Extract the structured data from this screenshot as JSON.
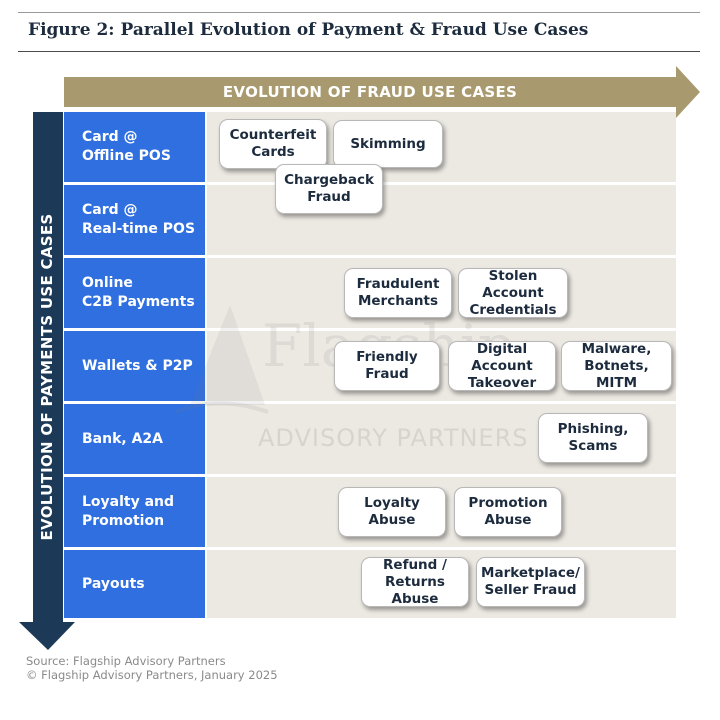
{
  "figure": {
    "title": "Figure 2: Parallel Evolution of Payment & Fraud Use Cases"
  },
  "axes": {
    "horizontal_label": "EVOLUTION OF FRAUD USE CASES",
    "vertical_label": "EVOLUTION OF PAYMENTS USE CASES"
  },
  "payment_use_cases": [
    "Card @\nOffline POS",
    "Card @\nReal-time POS",
    "Online\nC2B Payments",
    "Wallets & P2P",
    "Bank, A2A",
    "Loyalty and\nPromotion",
    "Payouts"
  ],
  "fraud_use_cases": [
    "Counterfeit Cards",
    "Skimming",
    "Chargeback Fraud",
    "Fraudulent Merchants",
    "Stolen Account Credentials",
    "Friendly Fraud",
    "Digital Account Takeover",
    "Malware, Botnets, MITM",
    "Phishing, Scams",
    "Loyalty Abuse",
    "Promotion Abuse",
    "Refund / Returns Abuse",
    "Marketplace/ Seller Fraud"
  ],
  "watermark": {
    "name": "Flagship",
    "subtitle": "ADVISORY PARTNERS"
  },
  "footer": {
    "source": "Source: Flagship Advisory Partners",
    "copyright": "© Flagship Advisory Partners, January 2025"
  },
  "colors": {
    "row_label_blue": "#2f6fe0",
    "arrow_gold": "#a89a6e",
    "arrow_navy": "#1c3a57",
    "cell_beige": "#ece8e2"
  }
}
